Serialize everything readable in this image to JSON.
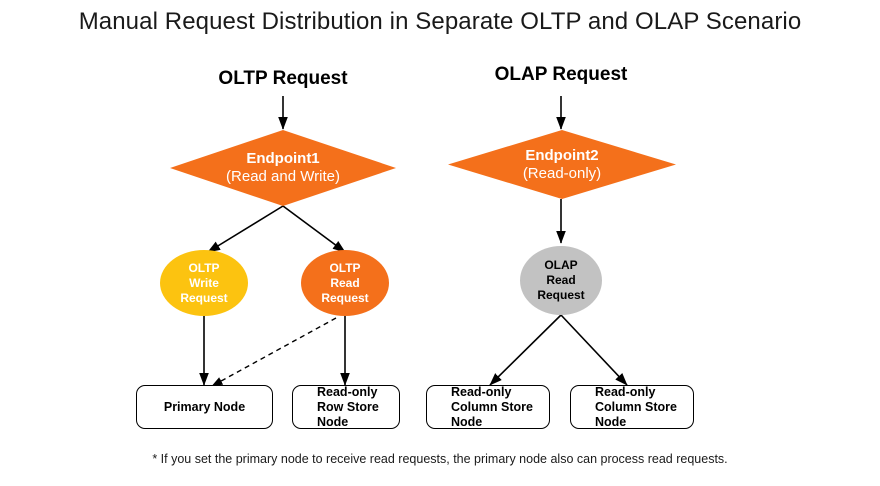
{
  "title": "Manual Request Distribution in Separate OLTP and OLAP Scenario",
  "colors": {
    "endpoint_orange": "#F4701B",
    "write_yellow": "#FCC310",
    "read_orange": "#F4701B",
    "olap_gray": "#C2C2C2",
    "line_black": "#000000",
    "background": "#FFFFFF"
  },
  "entry_labels": [
    {
      "id": "oltp-request",
      "text": "OLTP Request"
    },
    {
      "id": "olap-request",
      "text": "OLAP Request"
    }
  ],
  "endpoints": [
    {
      "id": "endpoint1",
      "name": "Endpoint1",
      "mode": "(Read and Write)"
    },
    {
      "id": "endpoint2",
      "name": "Endpoint2",
      "mode": "(Read-only)"
    }
  ],
  "requests": [
    {
      "id": "oltp-write-request",
      "text": "OLTP Write Request",
      "color": "#FCC310"
    },
    {
      "id": "oltp-read-request",
      "text": "OLTP Read Request",
      "color": "#F4701B"
    },
    {
      "id": "olap-read-request",
      "text": "OLAP Read Request",
      "color": "#C2C2C2"
    }
  ],
  "nodes": [
    {
      "id": "primary-node",
      "line1": "Primary Node",
      "line2": "",
      "line3": ""
    },
    {
      "id": "read-only-row-store-node",
      "line1": "Read-only",
      "line2": "Row Store",
      "line3": "Node"
    },
    {
      "id": "read-only-column-store-node-1",
      "line1": "Read-only",
      "line2": "Column Store",
      "line3": "Node"
    },
    {
      "id": "read-only-column-store-node-2",
      "line1": "Read-only",
      "line2": "Column Store",
      "line3": "Node"
    }
  ],
  "footnote": "* If you set the primary node to receive read requests, the primary node also can process read requests.",
  "edges": [
    {
      "from": "oltp-request-label",
      "to": "endpoint1",
      "style": "solid"
    },
    {
      "from": "olap-request-label",
      "to": "endpoint2",
      "style": "solid"
    },
    {
      "from": "endpoint1",
      "to": "oltp-write-request",
      "style": "solid"
    },
    {
      "from": "endpoint1",
      "to": "oltp-read-request",
      "style": "solid"
    },
    {
      "from": "endpoint2",
      "to": "olap-read-request",
      "style": "solid"
    },
    {
      "from": "oltp-write-request",
      "to": "primary-node",
      "style": "solid"
    },
    {
      "from": "oltp-read-request",
      "to": "read-only-row-store-node",
      "style": "solid"
    },
    {
      "from": "oltp-read-request",
      "to": "primary-node",
      "style": "dashed"
    },
    {
      "from": "olap-read-request",
      "to": "read-only-column-store-node-1",
      "style": "solid"
    },
    {
      "from": "olap-read-request",
      "to": "read-only-column-store-node-2",
      "style": "solid"
    }
  ]
}
